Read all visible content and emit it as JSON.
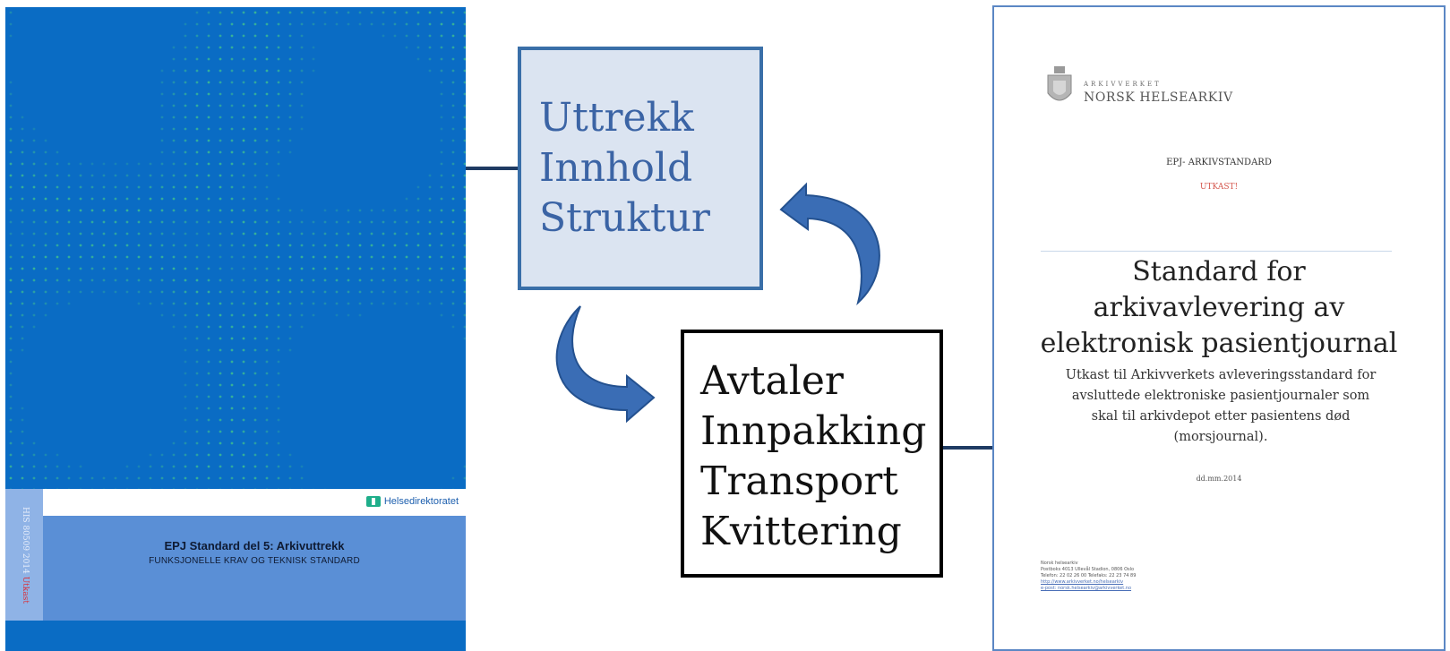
{
  "left_document": {
    "publisher": "Helsedirektoratet",
    "title": "EPJ Standard del 5: Arkivuttrekk",
    "subtitle": "FUNKSJONELLE KRAV OG TEKNISK STANDARD",
    "spine_code": "HIS 80509 2014",
    "spine_draft": "Utkast",
    "colors": {
      "cover": "#0a6cc4",
      "band": "#5a8fd6",
      "dots": "#3fbf8f"
    }
  },
  "center_diagram": {
    "box_top": {
      "lines": [
        "Uttrekk",
        "Innhold",
        "Struktur"
      ],
      "text_color": "#3b64a5",
      "fill": "#dbe4f1",
      "border": "#3a6fa8"
    },
    "box_bottom": {
      "lines": [
        "Avtaler",
        "Innpakking",
        "Transport",
        "Kvittering"
      ],
      "text_color": "#111111",
      "fill": "#ffffff",
      "border": "#000000"
    },
    "arrows": {
      "style": "curved-cycle",
      "color": "#3466a8"
    }
  },
  "right_document": {
    "org_small": "ARKIVVERKET",
    "org_big": "NORSK HELSEARKIV",
    "doc_type": "EPJ- ARKIVSTANDARD",
    "draft_label": "UTKAST!",
    "title_lines": [
      "Standard for",
      "arkivavlevering av",
      "elektronisk pasientjournal"
    ],
    "description_lines": [
      "Utkast til Arkivverkets avleveringsstandard for",
      "avsluttede elektroniske pasientjournaler som",
      "skal til arkivdepot etter pasientens død",
      "(morsjournal)."
    ],
    "date": "dd.mm.2014",
    "contact_lines": [
      "Norsk helsearkiv",
      "Postboks 4013 Ullevål Stadion, 0806 Oslo",
      "Telefon: 22 02 26 00 Telefaks: 22 23 74 89",
      "http://www.arkivverket.no/helsearkiv",
      "e-post: norsk.helsearkiv@arkivverket.no"
    ]
  }
}
